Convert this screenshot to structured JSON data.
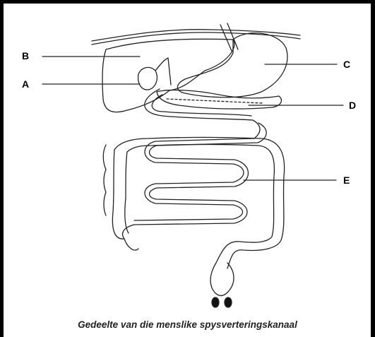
{
  "labels": {
    "a": "A",
    "b": "B",
    "c": "C",
    "d": "D",
    "e": "E"
  },
  "caption": "Gedeelte van die menslike spysverteringskanaal"
}
